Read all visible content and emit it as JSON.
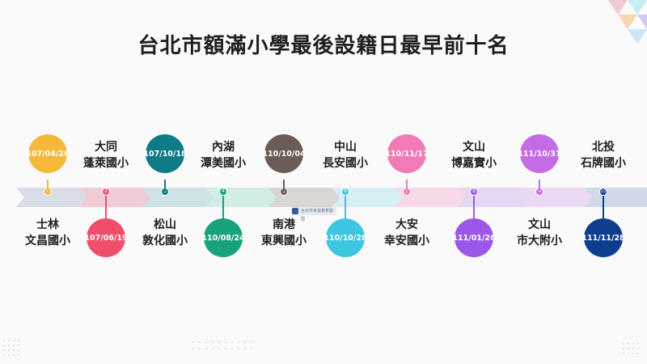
{
  "title": "台北市額滿小學最後設籍日最早前十名",
  "credit_text": "台北市家長教育聯盟",
  "items": [
    {
      "number": "1",
      "date": "107/04/26",
      "district": "士林",
      "school": "文昌國小",
      "color": "#F5B93A",
      "position": "below"
    },
    {
      "number": "2",
      "date": "107/06/19",
      "district": "大同",
      "school": "蓬萊國小",
      "color": "#F04E6B",
      "position": "above"
    },
    {
      "number": "3",
      "date": "107/10/18",
      "district": "松山",
      "school": "敦化國小",
      "color": "#0E7C86",
      "position": "below"
    },
    {
      "number": "4",
      "date": "110/08/24",
      "district": "內湖",
      "school": "潭美國小",
      "color": "#17A37E",
      "position": "above"
    },
    {
      "number": "5",
      "date": "110/10/04",
      "district": "南港",
      "school": "東興國小",
      "color": "#6B5C57",
      "position": "below"
    },
    {
      "number": "6",
      "date": "110/10/28",
      "district": "中山",
      "school": "長安國小",
      "color": "#3CC6DF",
      "position": "above"
    },
    {
      "number": "7",
      "date": "110/11/17",
      "district": "大安",
      "school": "幸安國小",
      "color": "#F07BB5",
      "position": "below"
    },
    {
      "number": "8",
      "date": "111/01/26",
      "district": "文山",
      "school": "博嘉實小",
      "color": "#9A57E8",
      "position": "above"
    },
    {
      "number": "9",
      "date": "111/10/31",
      "district": "文山",
      "school": "市大附小",
      "color": "#C36CE6",
      "position": "below"
    },
    {
      "number": "10",
      "date": "111/11/28",
      "district": "北投",
      "school": "石牌國小",
      "color": "#0F3E8F",
      "position": "above"
    }
  ]
}
